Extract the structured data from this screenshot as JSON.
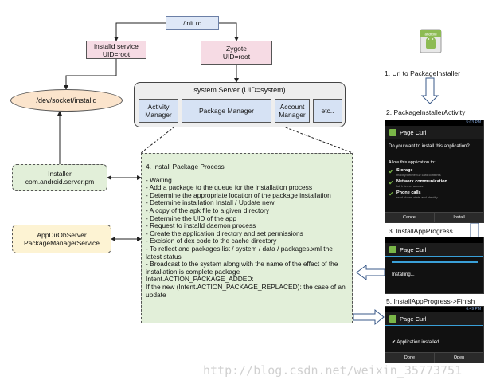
{
  "nodes": {
    "init_rc": "/init.rc",
    "installd_line1": "installd service",
    "installd_line2": "UID=root",
    "zygote_line1": "Zygote",
    "zygote_line2": "UID=root",
    "socket": "/dev/socket/installd",
    "system_server_title": "system Server (UID=system)",
    "activity_manager_1": "Activity",
    "activity_manager_2": "Manager",
    "package_manager": "Package Manager",
    "account_manager_1": "Account",
    "account_manager_2": "Manager",
    "etc": "etc..",
    "installer_1": "Installer",
    "installer_2": "com.android.server.pm",
    "appdir_1": "AppDirObServer",
    "appdir_2": "PackageManagerService"
  },
  "process": {
    "title": "4. Install Package Process",
    "lines": [
      "- Waiting",
      "- Add a package to the queue for the installation process",
      "- Determine the appropriate location of the package installation",
      "- Determine installation Install / Update new",
      "- A copy of the apk file to a given directory",
      "- Determine the UID of the app",
      "- Request to installd daemon process",
      "- Create the application directory and set permissions",
      "- Excision of dex code to the cache directory",
      "- To reflect and packages.list / system / data / packages.xml the latest status",
      "- Broadcast to the system along with the name of the effect of the installation is complete package",
      "Intent.ACTION_PACKAGE_ADDED:",
      "If the new (Intent.ACTION_PACKAGE_REPLACED): the case of an update"
    ]
  },
  "steps": {
    "step1": "1. Uri to PackageInstaller",
    "step2": "2. PackageInstallerActivity",
    "step3": "3. InstallAppProgress",
    "step5": "5. InstallAppProgress->Finish"
  },
  "apk_icon_label": "android",
  "phone1": {
    "status": "5:03 PM",
    "title": "Page Curl",
    "question": "Do you want to install this application?",
    "allow": "Allow this application to:",
    "perms": [
      {
        "name": "Storage",
        "desc": "modify/delete SD card contents"
      },
      {
        "name": "Network communication",
        "desc": "full Internet access"
      },
      {
        "name": "Phone calls",
        "desc": "read phone state and identity"
      }
    ],
    "cancel": "Cancel",
    "install": "Install"
  },
  "phone2": {
    "title": "Page Curl",
    "installing": "Installing..."
  },
  "phone3": {
    "status": "6:49 PM",
    "title": "Page Curl",
    "installed": "Application installed",
    "done": "Done",
    "open": "Open"
  },
  "watermark": "http://blog.csdn.net/weixin_35773751",
  "colors": {
    "accent": "#3aa0d8",
    "process_bg": "#e2efd9",
    "pink": "#f6dbe4",
    "blue": "#d6e2f4"
  }
}
